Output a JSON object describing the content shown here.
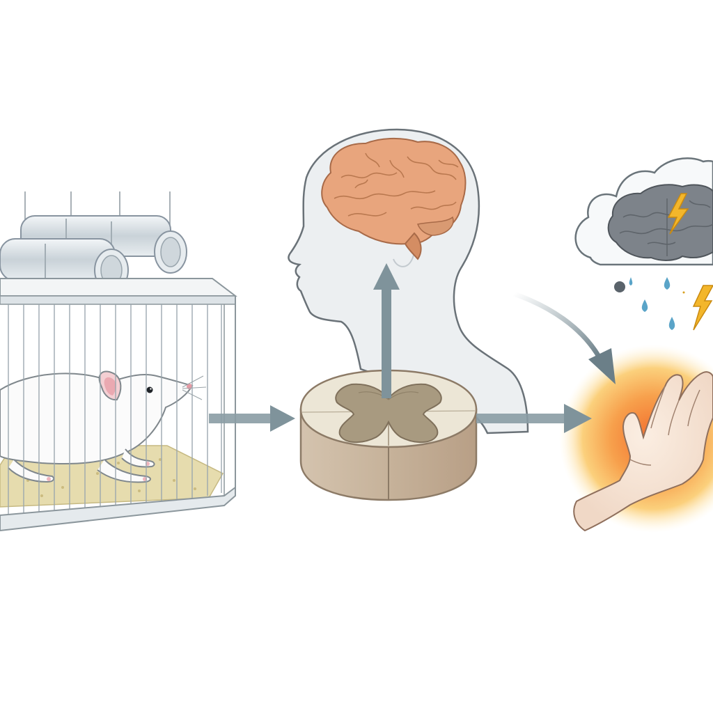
{
  "diagram": {
    "panels": [
      {
        "id": "rat-cage",
        "icon": "rat-in-cage-illustration"
      },
      {
        "id": "spinal-cord",
        "icon": "spinal-cord-cross-section"
      },
      {
        "id": "head-brain",
        "icon": "human-head-with-brain"
      },
      {
        "id": "storm-brain",
        "icon": "storm-cloud-brain"
      },
      {
        "id": "hand-pain",
        "icon": "glowing-hand"
      }
    ],
    "arrows": [
      {
        "from": "rat-cage",
        "to": "spinal-cord"
      },
      {
        "from": "spinal-cord",
        "to": "head-brain"
      },
      {
        "from": "spinal-cord",
        "to": "hand-pain"
      },
      {
        "from": "head-brain",
        "to": "hand-pain"
      }
    ],
    "colors": {
      "arrow": "#7f939b",
      "brain": "#e8a57d",
      "storm_brain": "#7d838a",
      "glow_inner": "#f5893f",
      "glow_outer": "#fde9b0",
      "grey_matter": "#a89a80",
      "cord_white_matter": "#ece6d6",
      "bedding": "#e6dcae"
    }
  }
}
